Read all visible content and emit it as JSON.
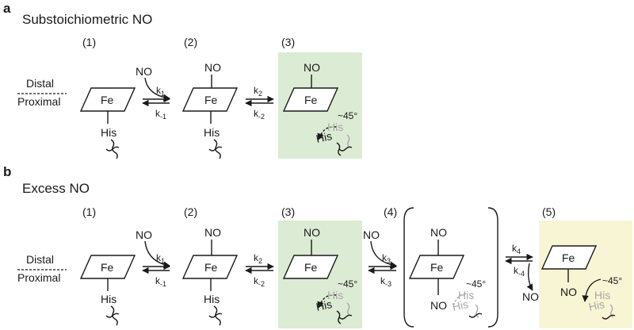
{
  "panels": [
    {
      "letter": "a",
      "title": "Substoichiometric NO",
      "state_numbers": [
        "(1)",
        "(2)",
        "(3)"
      ],
      "distal": "Distal",
      "proximal": "Proximal",
      "fe": "Fe",
      "his": "His",
      "no": "NO",
      "angle": "~45°",
      "rates": [
        {
          "fwd": "k",
          "fwd_sub": "1",
          "rev": "k",
          "rev_sub": "-1"
        },
        {
          "fwd": "k",
          "fwd_sub": "2",
          "rev": "k",
          "rev_sub": "-2"
        }
      ],
      "highlight_colors": {
        "state3": "#dcebd3"
      }
    },
    {
      "letter": "b",
      "title": "Excess NO",
      "state_numbers": [
        "(1)",
        "(2)",
        "(3)",
        "(4)",
        "(5)"
      ],
      "distal": "Distal",
      "proximal": "Proximal",
      "fe": "Fe",
      "his": "His",
      "no": "NO",
      "angle": "~45°",
      "rates": [
        {
          "fwd": "k",
          "fwd_sub": "1",
          "rev": "k",
          "rev_sub": "-1"
        },
        {
          "fwd": "k",
          "fwd_sub": "2",
          "rev": "k",
          "rev_sub": "-2"
        },
        {
          "fwd": "k",
          "fwd_sub": "3",
          "rev": "k",
          "rev_sub": "-3"
        },
        {
          "fwd": "k",
          "fwd_sub": "4",
          "rev": "k",
          "rev_sub": "-4"
        }
      ],
      "highlight_colors": {
        "state3": "#dcebd3",
        "state5": "#f7f5d4"
      }
    }
  ]
}
